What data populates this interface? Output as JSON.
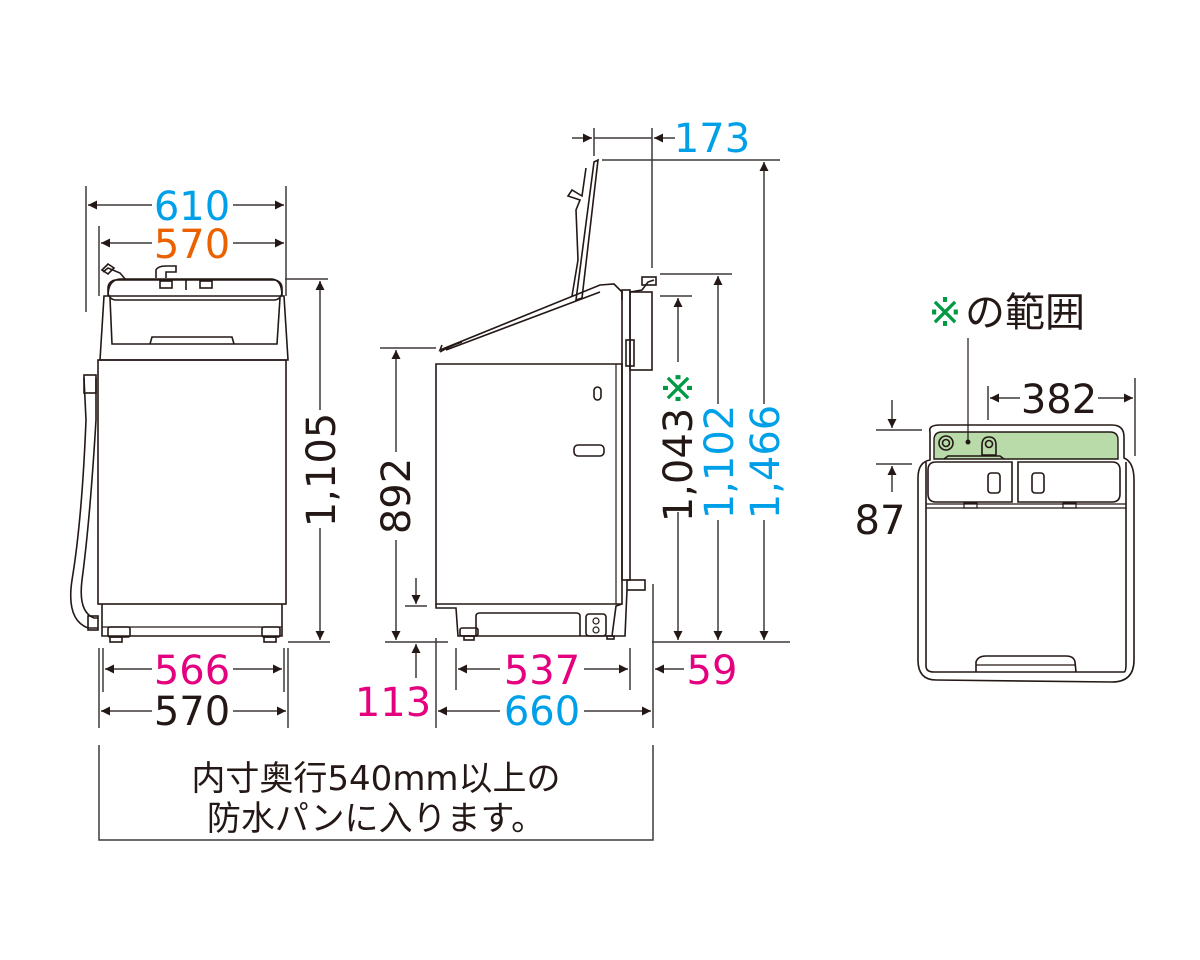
{
  "colors": {
    "blue": "#00a0e9",
    "orange": "#eb6100",
    "magenta": "#e4007f",
    "green": "#009944",
    "highlight_fill": "#b9dbaa",
    "line": "#231815"
  },
  "front_view": {
    "overall_width": "610",
    "body_width_top": "570",
    "height": "1,105",
    "foot_width": "566",
    "base_width": "570"
  },
  "side_view": {
    "lid_overhang": "173",
    "body_height": "892",
    "foot_clearance": "113",
    "foot_depth": "537",
    "rear_offset": "59",
    "overall_depth": "660",
    "height_marked": "1,043",
    "height_marked_symbol": "※",
    "height_to_hose": "1,102",
    "height_lid_open": "1,466"
  },
  "top_view": {
    "range_label_symbol": "※",
    "range_label_text": "の範囲",
    "width": "382",
    "depth": "87"
  },
  "note": {
    "line1": "内寸奥行540mm以上の",
    "line2": "防水パンに入ります。"
  }
}
